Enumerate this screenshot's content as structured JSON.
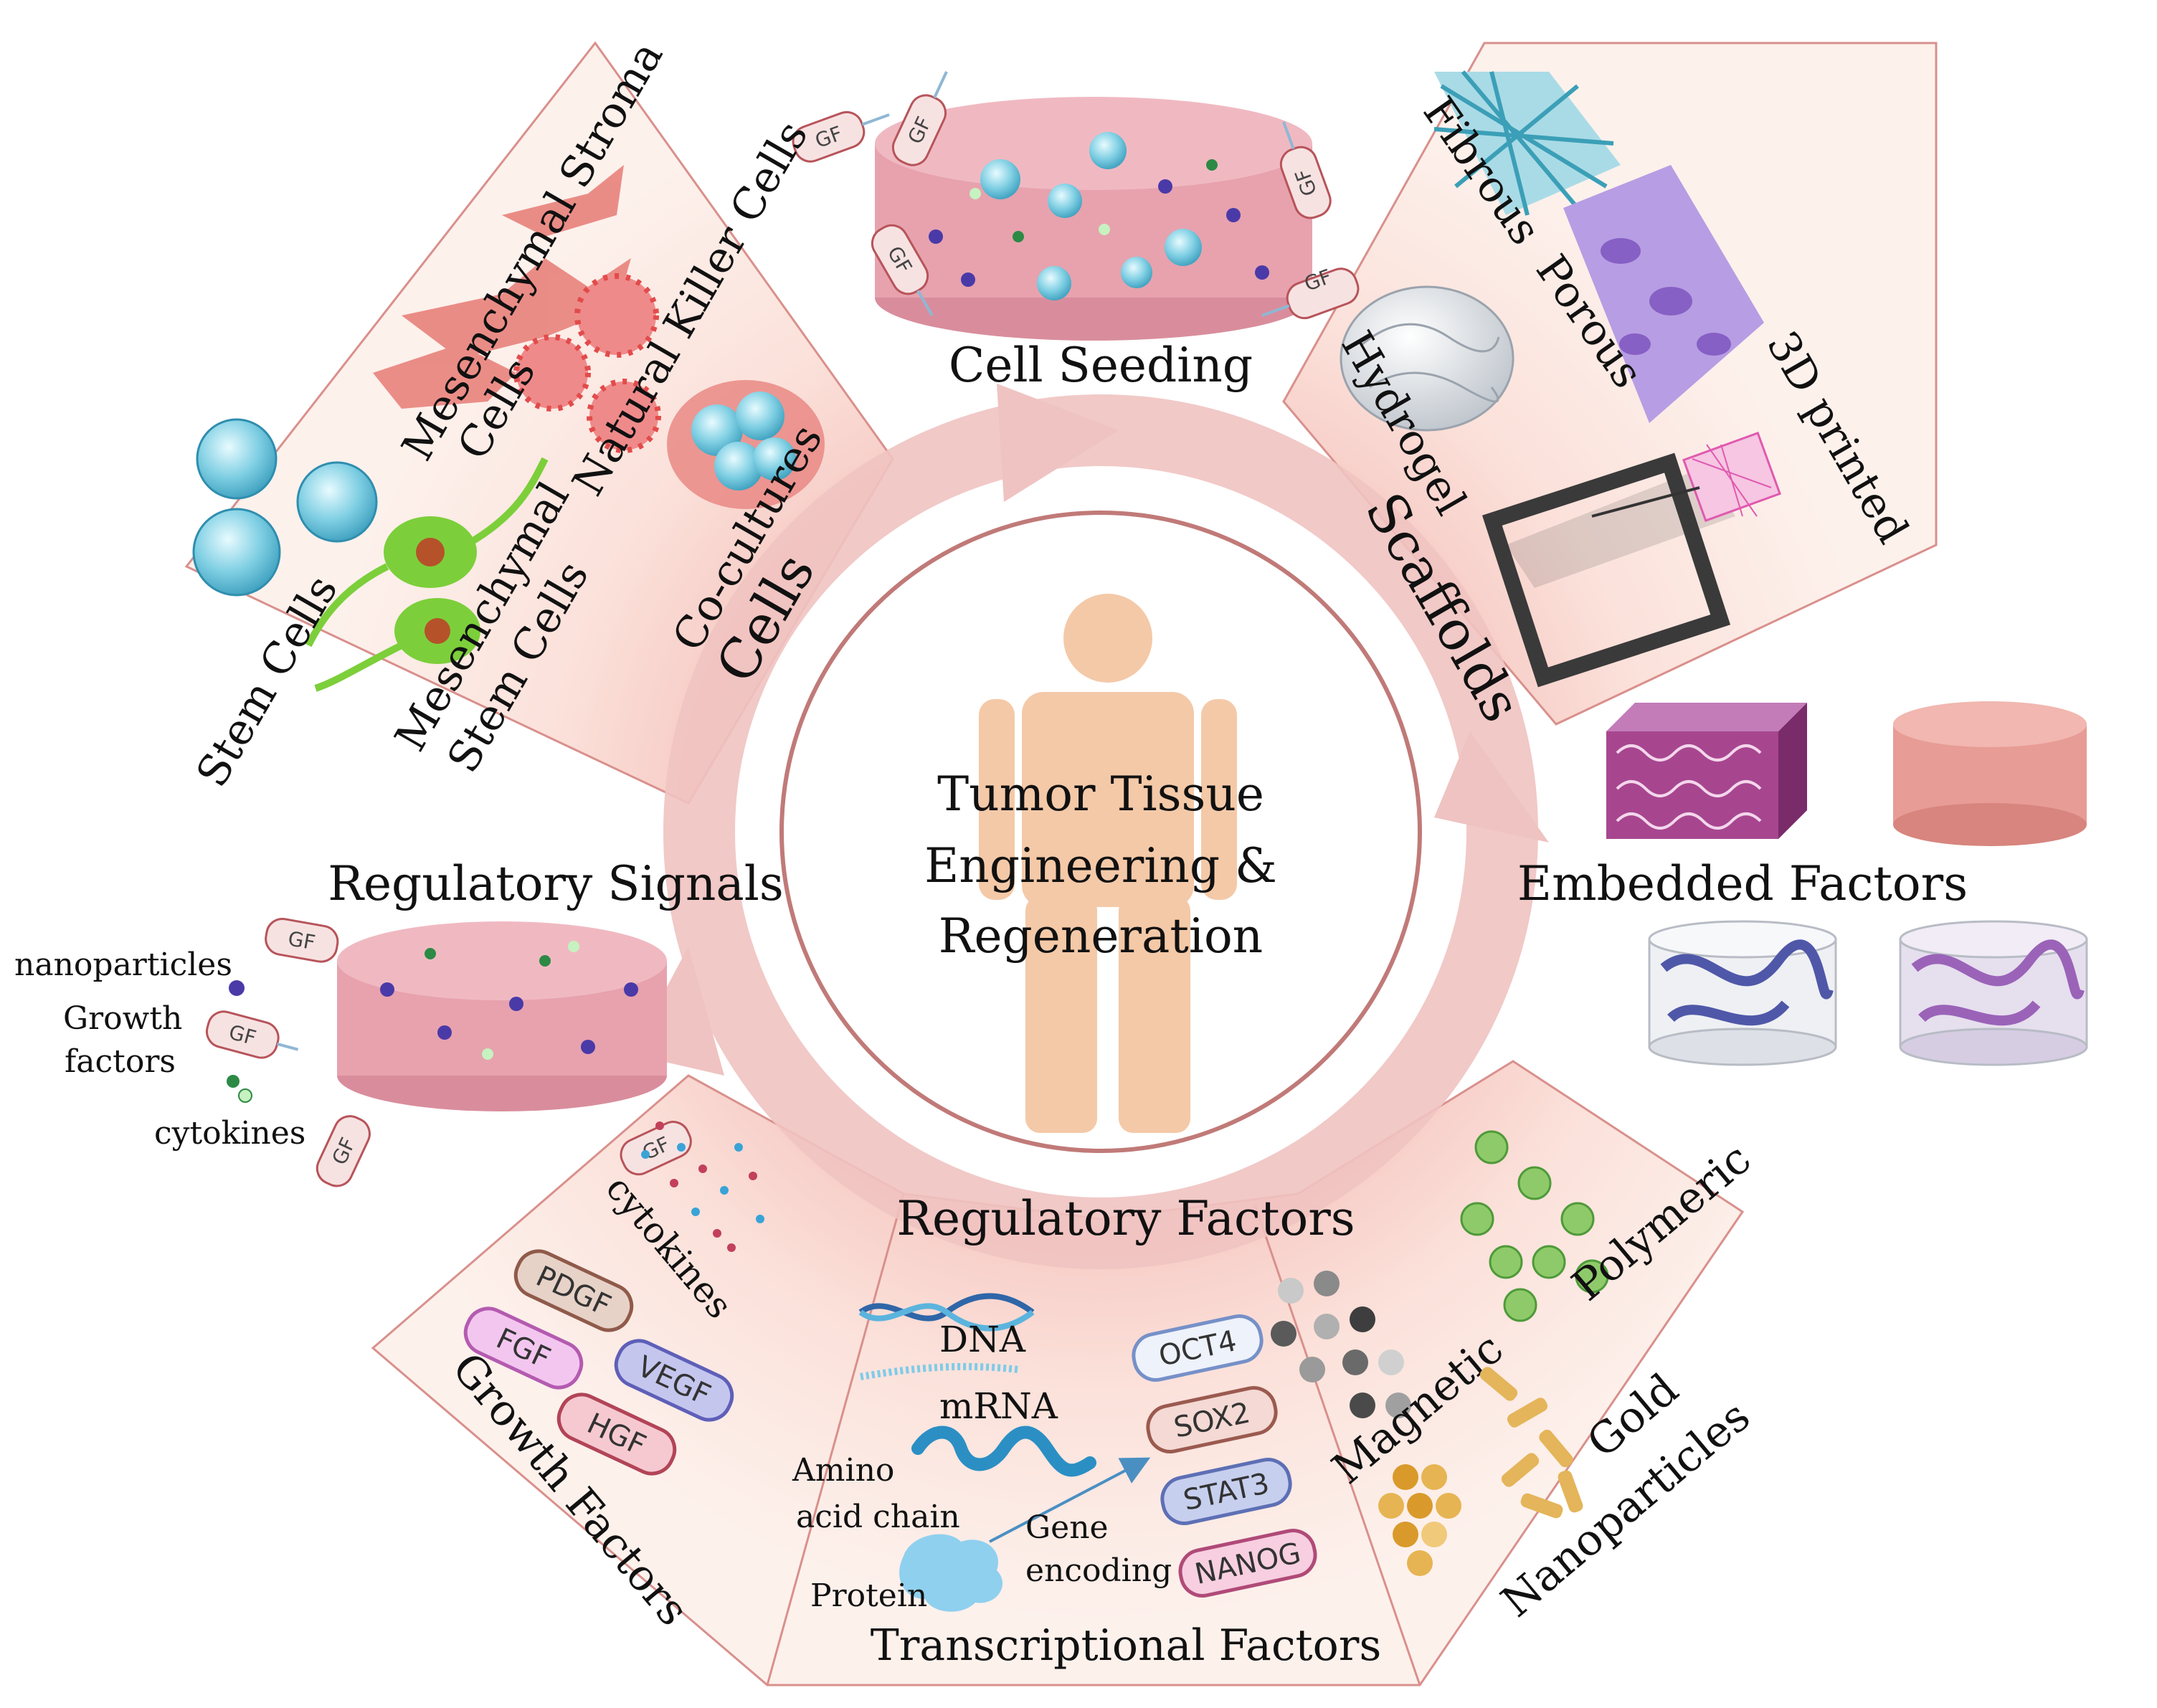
{
  "center": {
    "line1": "Tumor Tissue",
    "line2": "Engineering &",
    "line3": "Regeneration"
  },
  "cycle": {
    "cells": "Cells",
    "cell_seeding": "Cell Seeding",
    "scaffolds": "Scaffolds",
    "embedded_factors": "Embedded Factors",
    "regulatory_factors": "Regulatory Factors",
    "regulatory_signals": "Regulatory Signals"
  },
  "cells_panel": {
    "stem_cells": "Stem Cells",
    "msc_line1": "Mesenchymal",
    "msc_line2": "Stem Cells",
    "stroma_line1": "Mesenchymal Stroma",
    "stroma_line2": "Cells",
    "nk_cells": "Natural Killer Cells",
    "cocultures": "Co-cultures"
  },
  "scaffolds_panel": {
    "fibrous": "Fibrous",
    "porous": "Porous",
    "hydrogel": "Hydrogel",
    "printed": "3D printed"
  },
  "gf_tag": "GF",
  "signals_legend": {
    "nanoparticles": "nanoparticles",
    "growth_line1": "Growth",
    "growth_line2": "factors",
    "cytokines": "cytokines"
  },
  "growth_factors_panel": {
    "title": "Growth Factors",
    "cytokines": "cytokines",
    "pills": [
      "PDGF",
      "FGF",
      "VEGF",
      "HGF"
    ]
  },
  "transcription_panel": {
    "title": "Transcriptional  Factors",
    "dna": "DNA",
    "mrna": "mRNA",
    "amino_line1": "Amino",
    "amino_line2": "acid chain",
    "protein": "Protein",
    "gene_line1": "Gene",
    "gene_line2": "encoding",
    "pills": [
      "OCT4",
      "SOX2",
      "STAT3",
      "NANOG"
    ]
  },
  "nanoparticles_panel": {
    "title": "Nanoparticles",
    "polymeric": "Polymeric",
    "magnetic": "Magnetic",
    "gold": "Gold"
  },
  "colors": {
    "ring": "#efc3c1",
    "panel_fill": "#fbe3dc",
    "panel_edge": "#d9908c",
    "person": "#f4c9a8",
    "scaffold_pink": "#e7a2ae"
  }
}
